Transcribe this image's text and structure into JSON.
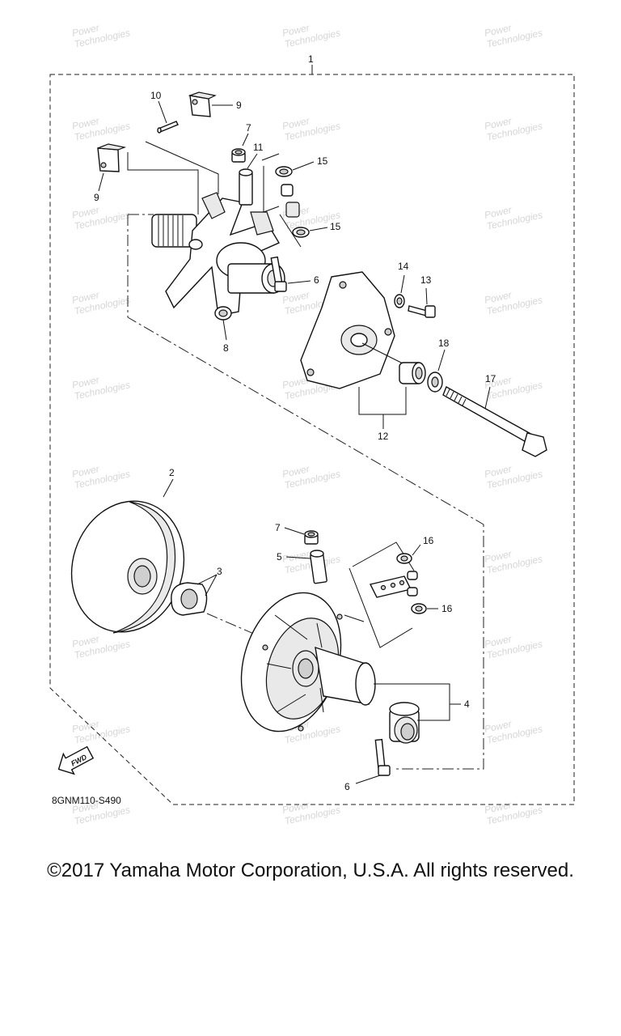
{
  "diagram": {
    "callouts": {
      "c1": "1",
      "c2": "2",
      "c3": "3",
      "c4": "4",
      "c5": "5",
      "c6a": "6",
      "c6b": "6",
      "c7a": "7",
      "c7b": "7",
      "c8": "8",
      "c9a": "9",
      "c9b": "9",
      "c10": "10",
      "c11": "11",
      "c12": "12",
      "c13": "13",
      "c14": "14",
      "c15a": "15",
      "c15b": "15",
      "c16a": "16",
      "c16b": "16",
      "c17": "17",
      "c18": "18"
    },
    "fwd_label": "FWD",
    "diagram_code": "8GNM110-S490",
    "watermark_line1": "Power",
    "watermark_line2": "Technologies"
  },
  "footer": {
    "copyright": "©2017 Yamaha Motor Corporation, U.S.A. All rights reserved."
  }
}
